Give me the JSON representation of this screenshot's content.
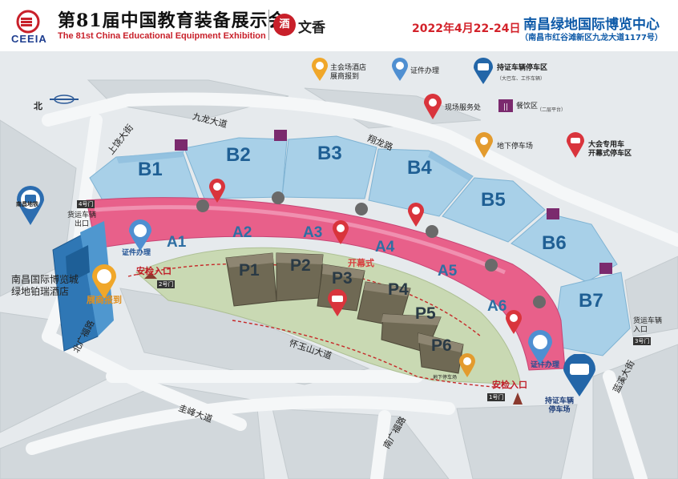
{
  "header": {
    "logo_text": "CEEIA",
    "title_cn": "第81届中国教育装备展示会",
    "title_en": "The 81st China Educational Equipment Exhibition",
    "wechat_badge": "酒",
    "wechat_text": "文香",
    "date": "2022年4月22-24日",
    "venue": "南昌绿地国际博览中心",
    "venue_address": "（南昌市红谷滩新区九龙大道1177号）"
  },
  "legend": {
    "hotel_checkin": "主会场酒店\n展商报到",
    "certificate": "证件办理",
    "parking_vip": "持证车辆停车区",
    "parking_vip_sub": "（大巴车、工作车辆）",
    "service_desk": "现场服务处",
    "dining": "餐饮区",
    "dining_sub": "（二层平台）",
    "underground_parking": "地下停车场",
    "conference_parking": "大会专用车\n开幕式停车区"
  },
  "north_label": "北",
  "streets": {
    "jiulong": "九龙大道",
    "shangrao": "上饶大街",
    "xianglong": "翔龙路",
    "huaiyushan": "怀玉山大道",
    "guifeng": "圭峰大道",
    "nanguang": "南广福路",
    "beiguang": "北广福路",
    "qixi": "蓝溪大街"
  },
  "halls_b": [
    "B1",
    "B2",
    "B3",
    "B4",
    "B5",
    "B6",
    "B7"
  ],
  "halls_a": [
    "A1",
    "A2",
    "A3",
    "A4",
    "A5",
    "A6"
  ],
  "halls_p": [
    "P1",
    "P2",
    "P3",
    "P4",
    "P5",
    "P6"
  ],
  "places": {
    "metro": "南昌地铁",
    "hotel": "南昌国际博览城\n绿地铂瑞酒店",
    "freight_exit": "货运车辆\n出口",
    "freight_entry": "货运车辆\n入口",
    "gate4": "4号门",
    "gate3": "3号门",
    "gate2": "2号门",
    "gate1": "1号门",
    "security_entry_left": "安检入口",
    "security_entry_right": "安检入口",
    "opening_ceremony": "开幕式",
    "cert_left": "证件办理",
    "cert_right": "证件办理",
    "checkin": "展商报到",
    "parking_area": "持证车辆\n停车场",
    "underground_small": "地下停车场"
  }
}
